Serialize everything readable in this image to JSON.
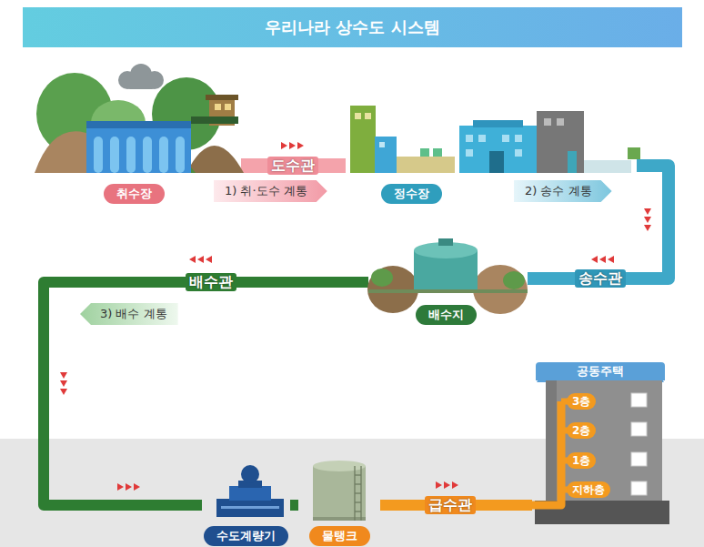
{
  "diagram": {
    "title": "우리나라 상수도 시스템",
    "nodes": [
      {
        "text": [
          "취수장"
        ]
      },
      {
        "text": [
          "정수장"
        ]
      },
      {
        "text": [
          "배수지"
        ]
      },
      {
        "text": [
          "수도계량기"
        ]
      },
      {
        "text": [
          "물탱크"
        ]
      },
      {
        "text": [
          "공동주택"
        ]
      },
      {
        "text": [
          "3층"
        ],
        "in": 5
      },
      {
        "text": [
          "2층"
        ],
        "in": 5
      },
      {
        "text": [
          "1층"
        ],
        "in": 5
      },
      {
        "text": [
          "지하층"
        ],
        "in": 5
      }
    ],
    "edges": [
      {
        "from": 0,
        "to": 1,
        "label": "도수관",
        "arrow": "none"
      },
      {
        "from": 1,
        "to": 2,
        "label": "송수관",
        "arrow": "none"
      },
      {
        "from": 2,
        "to": 3,
        "label": "배수관",
        "arrow": "none"
      },
      {
        "from": 3,
        "to": 4,
        "arrow": "none"
      },
      {
        "from": 4,
        "to": 5,
        "label": "급수관",
        "arrow": "none"
      }
    ],
    "labels": [
      "1) 취·도수 계통",
      "2) 송수 계통",
      "3) 배수 계통"
    ]
  }
}
